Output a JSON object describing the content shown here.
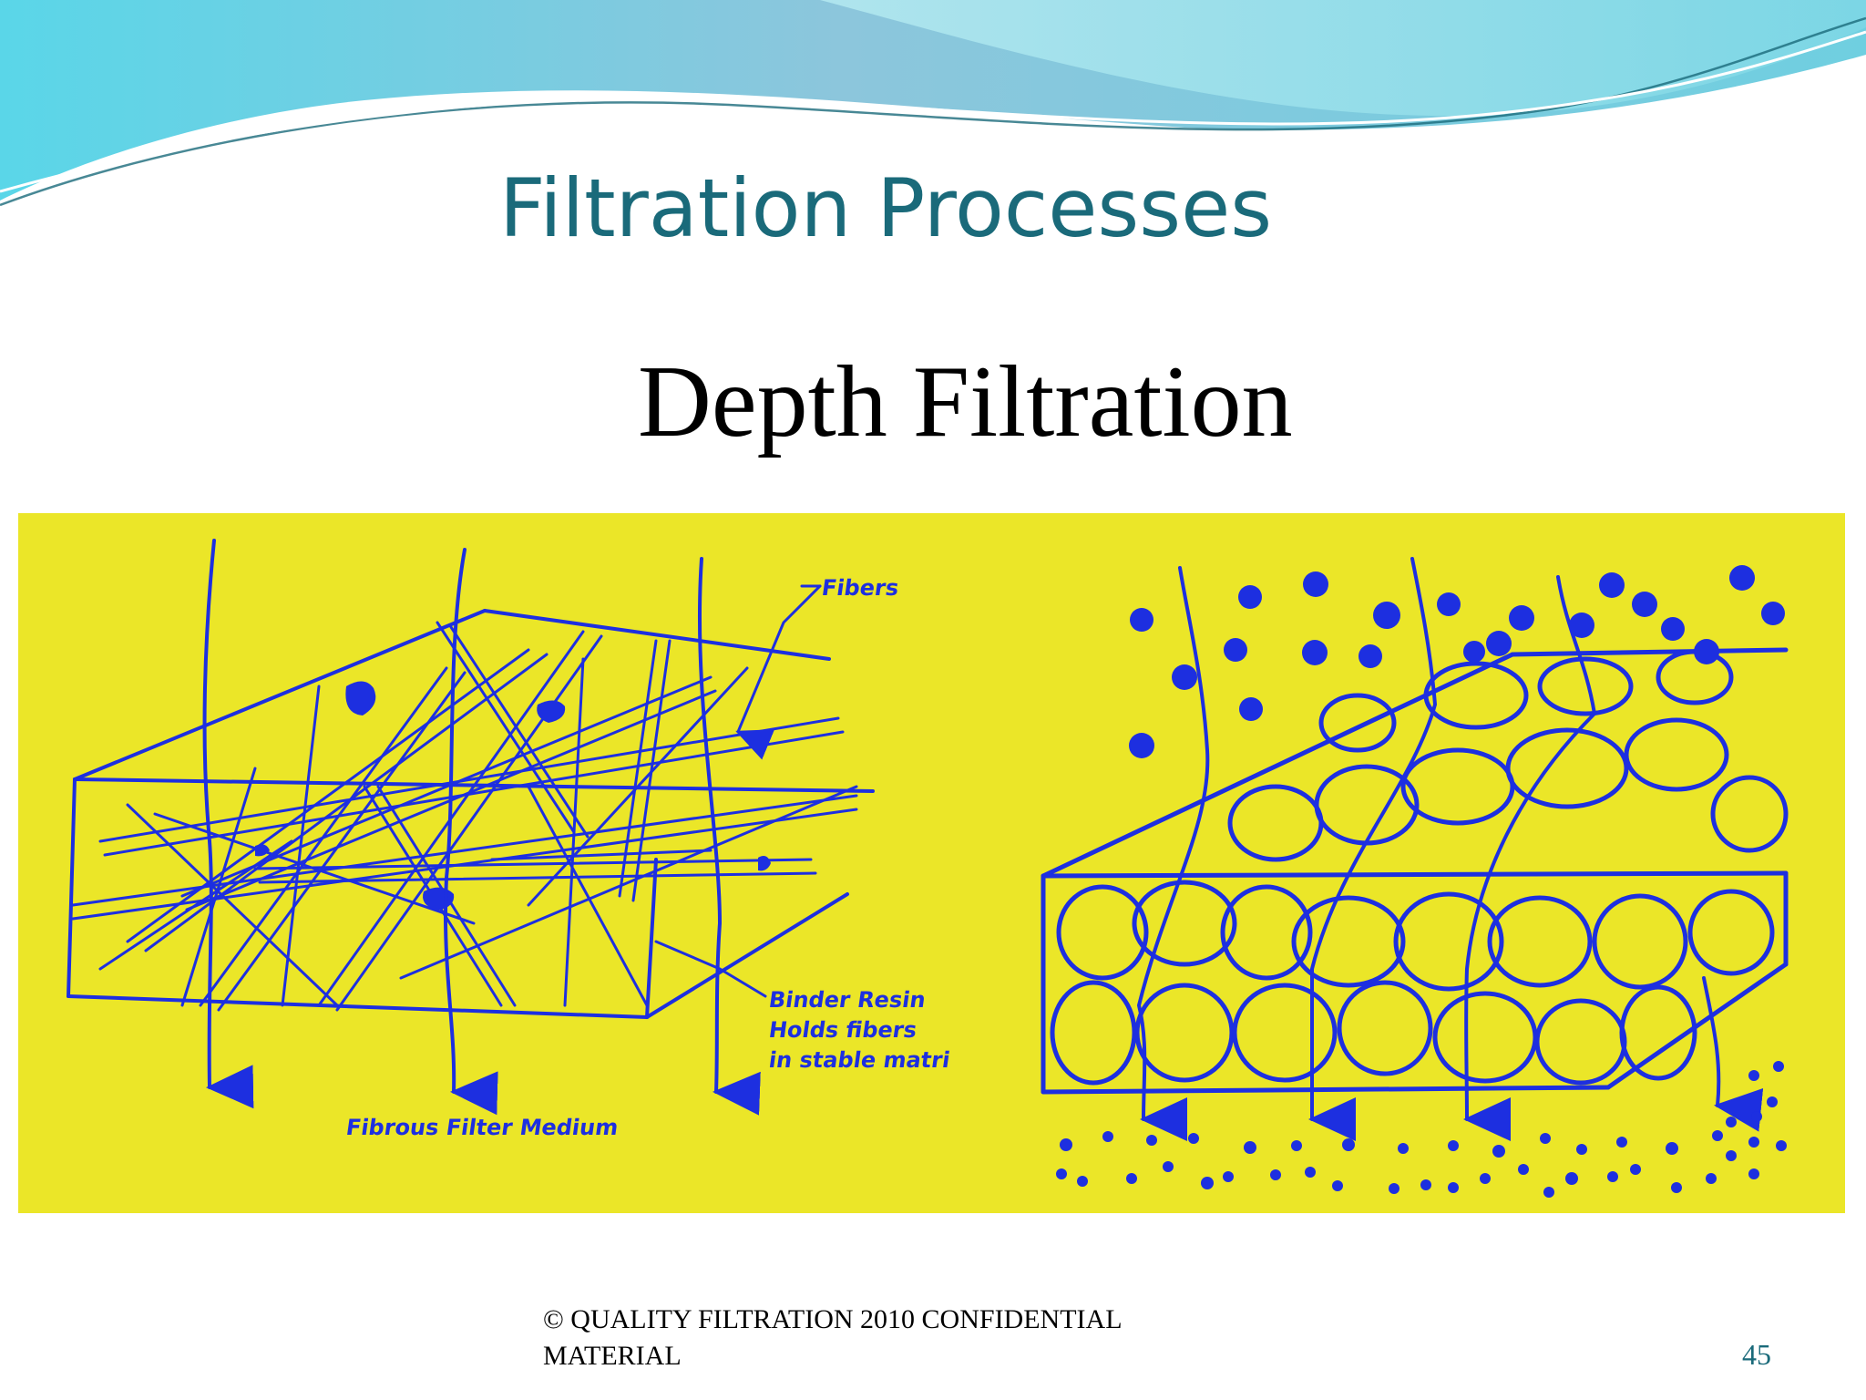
{
  "slide": {
    "title": "Filtration Processes",
    "subtitle": "Depth Filtration",
    "footer_line1": "© QUALITY FILTRATION 2010 CONFIDENTIAL",
    "footer_line2": "MATERIAL",
    "page_number": "45"
  },
  "figure": {
    "background_color": "#ebe628",
    "line_color": "#1d2fe0",
    "labels": {
      "fibers": "Fibers",
      "binder_line1": "Binder Resin",
      "binder_line2": "Holds fibers",
      "binder_line3": "in stable matri",
      "medium": "Fibrous Filter Medium"
    }
  }
}
